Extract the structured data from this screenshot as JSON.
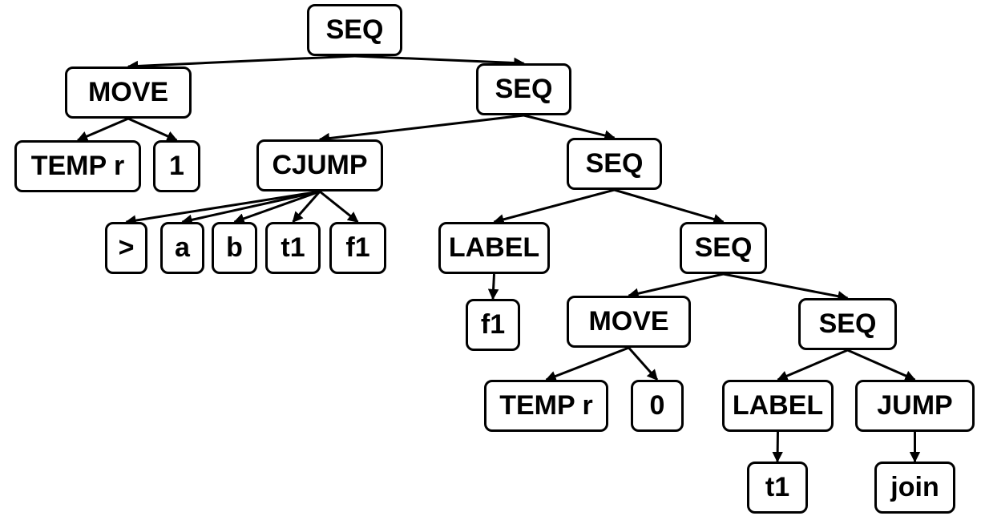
{
  "tree": {
    "nodes": {
      "seq_root": {
        "label": "SEQ"
      },
      "move_1": {
        "label": "MOVE"
      },
      "temp_r_1": {
        "label": "TEMP r"
      },
      "const_1": {
        "label": "1"
      },
      "seq_2": {
        "label": "SEQ"
      },
      "cjump": {
        "label": "CJUMP"
      },
      "op_gt": {
        "label": ">"
      },
      "var_a": {
        "label": "a"
      },
      "var_b": {
        "label": "b"
      },
      "label_t1_arg": {
        "label": "t1"
      },
      "label_f1_arg": {
        "label": "f1"
      },
      "seq_3": {
        "label": "SEQ"
      },
      "label_1": {
        "label": "LABEL"
      },
      "f1_name": {
        "label": "f1"
      },
      "seq_4": {
        "label": "SEQ"
      },
      "move_2": {
        "label": "MOVE"
      },
      "temp_r_2": {
        "label": "TEMP r"
      },
      "const_0": {
        "label": "0"
      },
      "seq_5": {
        "label": "SEQ"
      },
      "label_2": {
        "label": "LABEL"
      },
      "t1_name": {
        "label": "t1"
      },
      "jump": {
        "label": "JUMP"
      },
      "join_name": {
        "label": "join"
      }
    },
    "edges": [
      [
        "seq_root",
        "move_1"
      ],
      [
        "seq_root",
        "seq_2"
      ],
      [
        "move_1",
        "temp_r_1"
      ],
      [
        "move_1",
        "const_1"
      ],
      [
        "seq_2",
        "cjump"
      ],
      [
        "seq_2",
        "seq_3"
      ],
      [
        "cjump",
        "op_gt"
      ],
      [
        "cjump",
        "var_a"
      ],
      [
        "cjump",
        "var_b"
      ],
      [
        "cjump",
        "label_t1_arg"
      ],
      [
        "cjump",
        "label_f1_arg"
      ],
      [
        "seq_3",
        "label_1"
      ],
      [
        "seq_3",
        "seq_4"
      ],
      [
        "label_1",
        "f1_name"
      ],
      [
        "seq_4",
        "move_2"
      ],
      [
        "seq_4",
        "seq_5"
      ],
      [
        "move_2",
        "temp_r_2"
      ],
      [
        "move_2",
        "const_0"
      ],
      [
        "seq_5",
        "label_2"
      ],
      [
        "seq_5",
        "jump"
      ],
      [
        "label_2",
        "t1_name"
      ],
      [
        "jump",
        "join_name"
      ]
    ]
  }
}
